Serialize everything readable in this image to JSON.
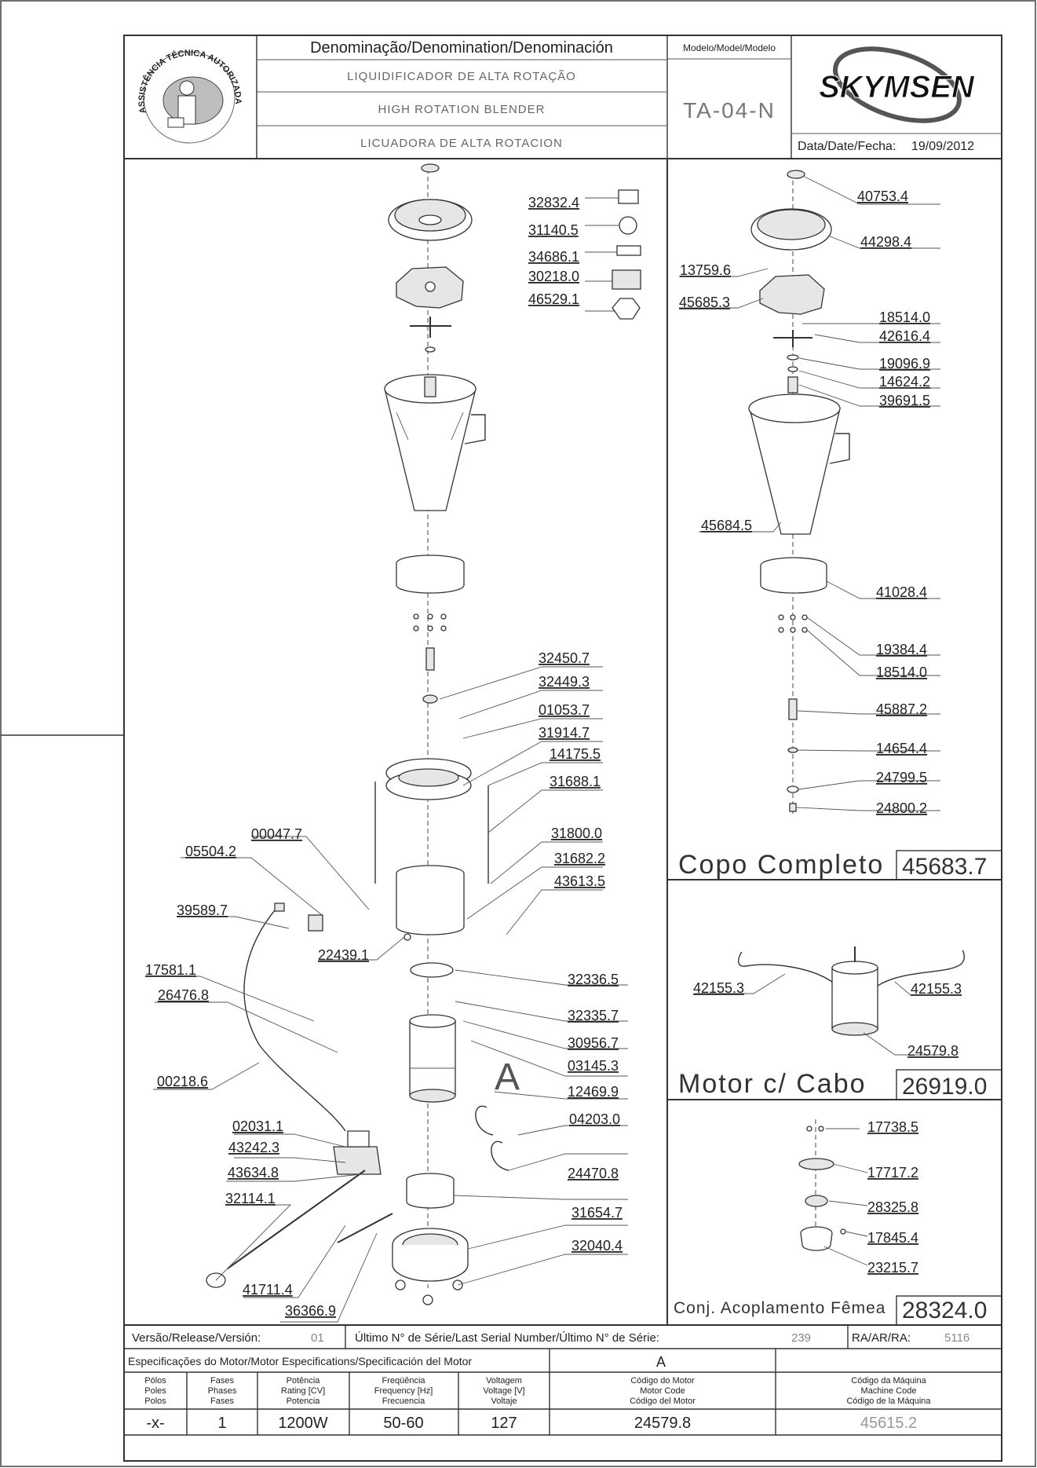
{
  "header": {
    "denomination_title": "Denominação/Denomination/Denominación",
    "name_pt": "LIQUIDIFICADOR DE ALTA ROTAÇÃO",
    "name_en": "HIGH ROTATION BLENDER",
    "name_es": "LICUADORA DE ALTA ROTACION",
    "model_title": "Modelo/Model/Modelo",
    "model_value": "TA-04-N",
    "brand": "SKYMSEN",
    "date_label": "Data/Date/Fecha:",
    "date_value": "19/09/2012",
    "seal_text": "ASSISTÊNCIA TÉCNICA AUTORIZADA"
  },
  "main_labels": {
    "lid_group": [
      "32832.4",
      "31140.5",
      "34686.1",
      "30218.0",
      "46529.1"
    ],
    "coupler_group": [
      "32450.7",
      "32449.3",
      "01053.7",
      "31914.7",
      "14175.5",
      "31688.1",
      "31800.0",
      "31682.2",
      "43613.5"
    ],
    "left_group": [
      "00047.7",
      "05504.2",
      "39589.7",
      "22439.1",
      "17581.1",
      "26476.8",
      "00218.6"
    ],
    "motor_group": [
      "32336.5",
      "32335.7",
      "30956.7",
      "03145.3",
      "12469.9",
      "04203.0",
      "24470.8",
      "31654.7",
      "32040.4"
    ],
    "board_group": [
      "02031.1",
      "43242.3",
      "43634.8",
      "32114.1",
      "41711.4",
      "36366.9"
    ],
    "motor_detail_letter": "A"
  },
  "copo": {
    "labels": [
      "40753.4",
      "44298.4",
      "13759.6",
      "45685.3",
      "18514.0",
      "42616.4",
      "19096.9",
      "14624.2",
      "39691.5",
      "45684.5",
      "41028.4",
      "19384.4",
      "18514.0",
      "45887.2",
      "14654.4",
      "24799.5",
      "24800.2"
    ],
    "title": "Copo  Completo",
    "code": "45683.7"
  },
  "motor_cabo": {
    "labels": [
      "42155.3",
      "42155.3",
      "24579.8"
    ],
    "title": "Motor  c/  Cabo",
    "code": "26919.0"
  },
  "acoplamento": {
    "labels": [
      "17738.5",
      "17717.2",
      "28325.8",
      "17845.4",
      "23215.7"
    ],
    "title": "Conj. Acoplamento Fêmea",
    "code": "28324.0"
  },
  "footer": {
    "version_label": "Versão/Release/Versión:",
    "version_value": "01",
    "serial_label": "Último N° de Série/Last Serial Number/Último N° de Série:",
    "serial_value": "239",
    "ra_label": "RA/AR/RA:",
    "ra_value": "5116",
    "spec_title": "Especificações do Motor/Motor Especifications/Specificación del Motor",
    "spec_letter": "A",
    "col_poles": [
      "Pólos",
      "Poles",
      "Polos"
    ],
    "col_phases": [
      "Fases",
      "Phases",
      "Fases"
    ],
    "col_power": [
      "Potência",
      "Rating [CV]",
      "Potencia"
    ],
    "col_freq": [
      "Freqüência",
      "Frequency [Hz]",
      "Frecuencia"
    ],
    "col_voltage": [
      "Voltagem",
      "Voltage [V]",
      "Voltaje"
    ],
    "col_motor_code": [
      "Código do Motor",
      "Motor Code",
      "Código del Motor"
    ],
    "col_machine_code": [
      "Código da Máquina",
      "Machine Code",
      "Código de la Máquina"
    ],
    "val_poles": "-x-",
    "val_phases": "1",
    "val_power": "1200W",
    "val_freq": "50-60",
    "val_voltage": "127",
    "val_motor_code": "24579.8",
    "val_machine_code": "45615.2"
  }
}
